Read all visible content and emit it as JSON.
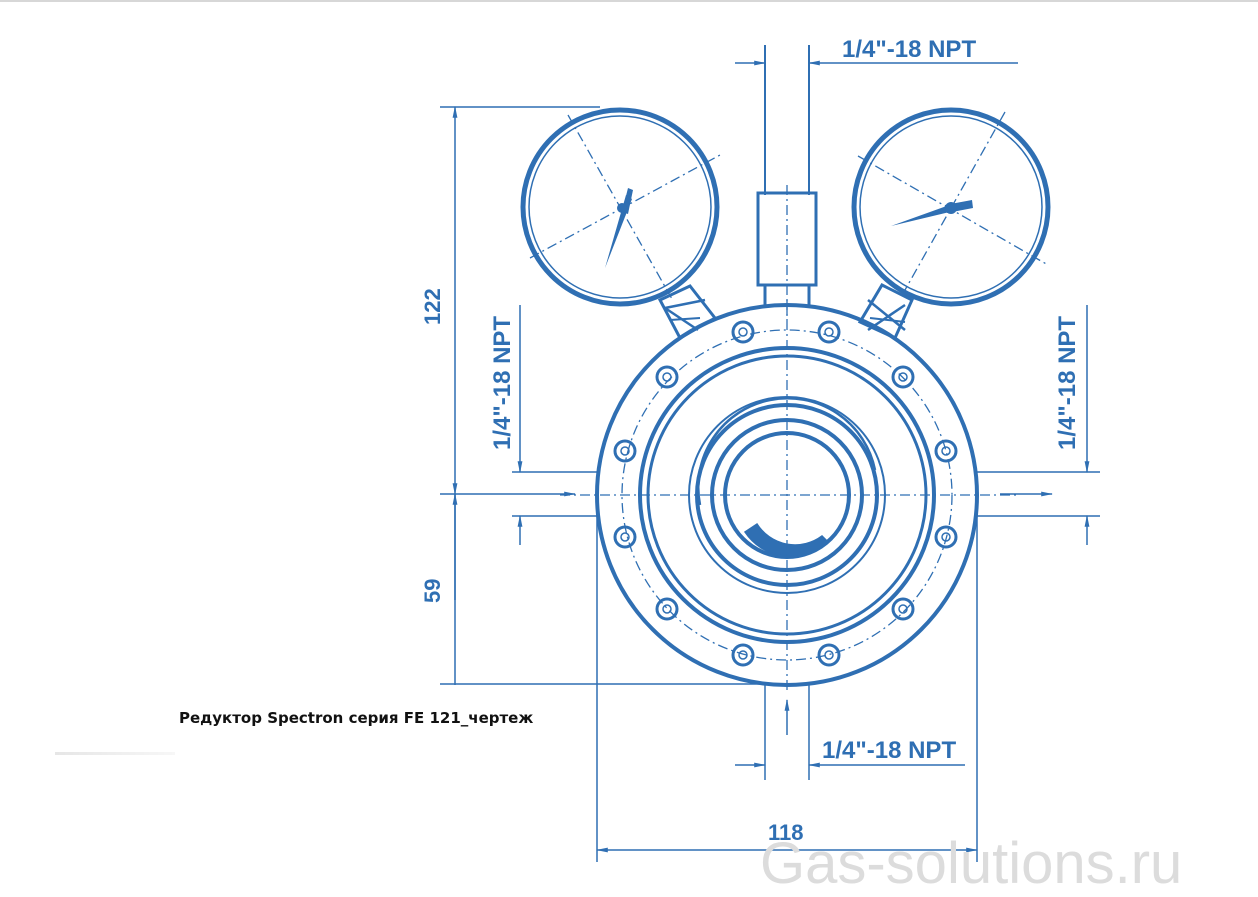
{
  "drawing": {
    "title": "Редуктор Spectron серия FE 121_чертеж",
    "watermark": "Gas-solutions.ru",
    "line_color": "#2f6fb3",
    "dimensions": {
      "top_port": "1/4\"-18 NPT",
      "bottom_port": "1/4\"-18 NPT",
      "left_port": "1/4\"-18 NPT",
      "right_port": "1/4\"-18 NPT",
      "height_upper": "122",
      "height_lower": "59",
      "width": "118"
    },
    "components": [
      "left-pressure-gauge",
      "right-pressure-gauge",
      "top-inlet-fitting",
      "regulator-body-flange",
      "bottom-outlet-port"
    ]
  }
}
